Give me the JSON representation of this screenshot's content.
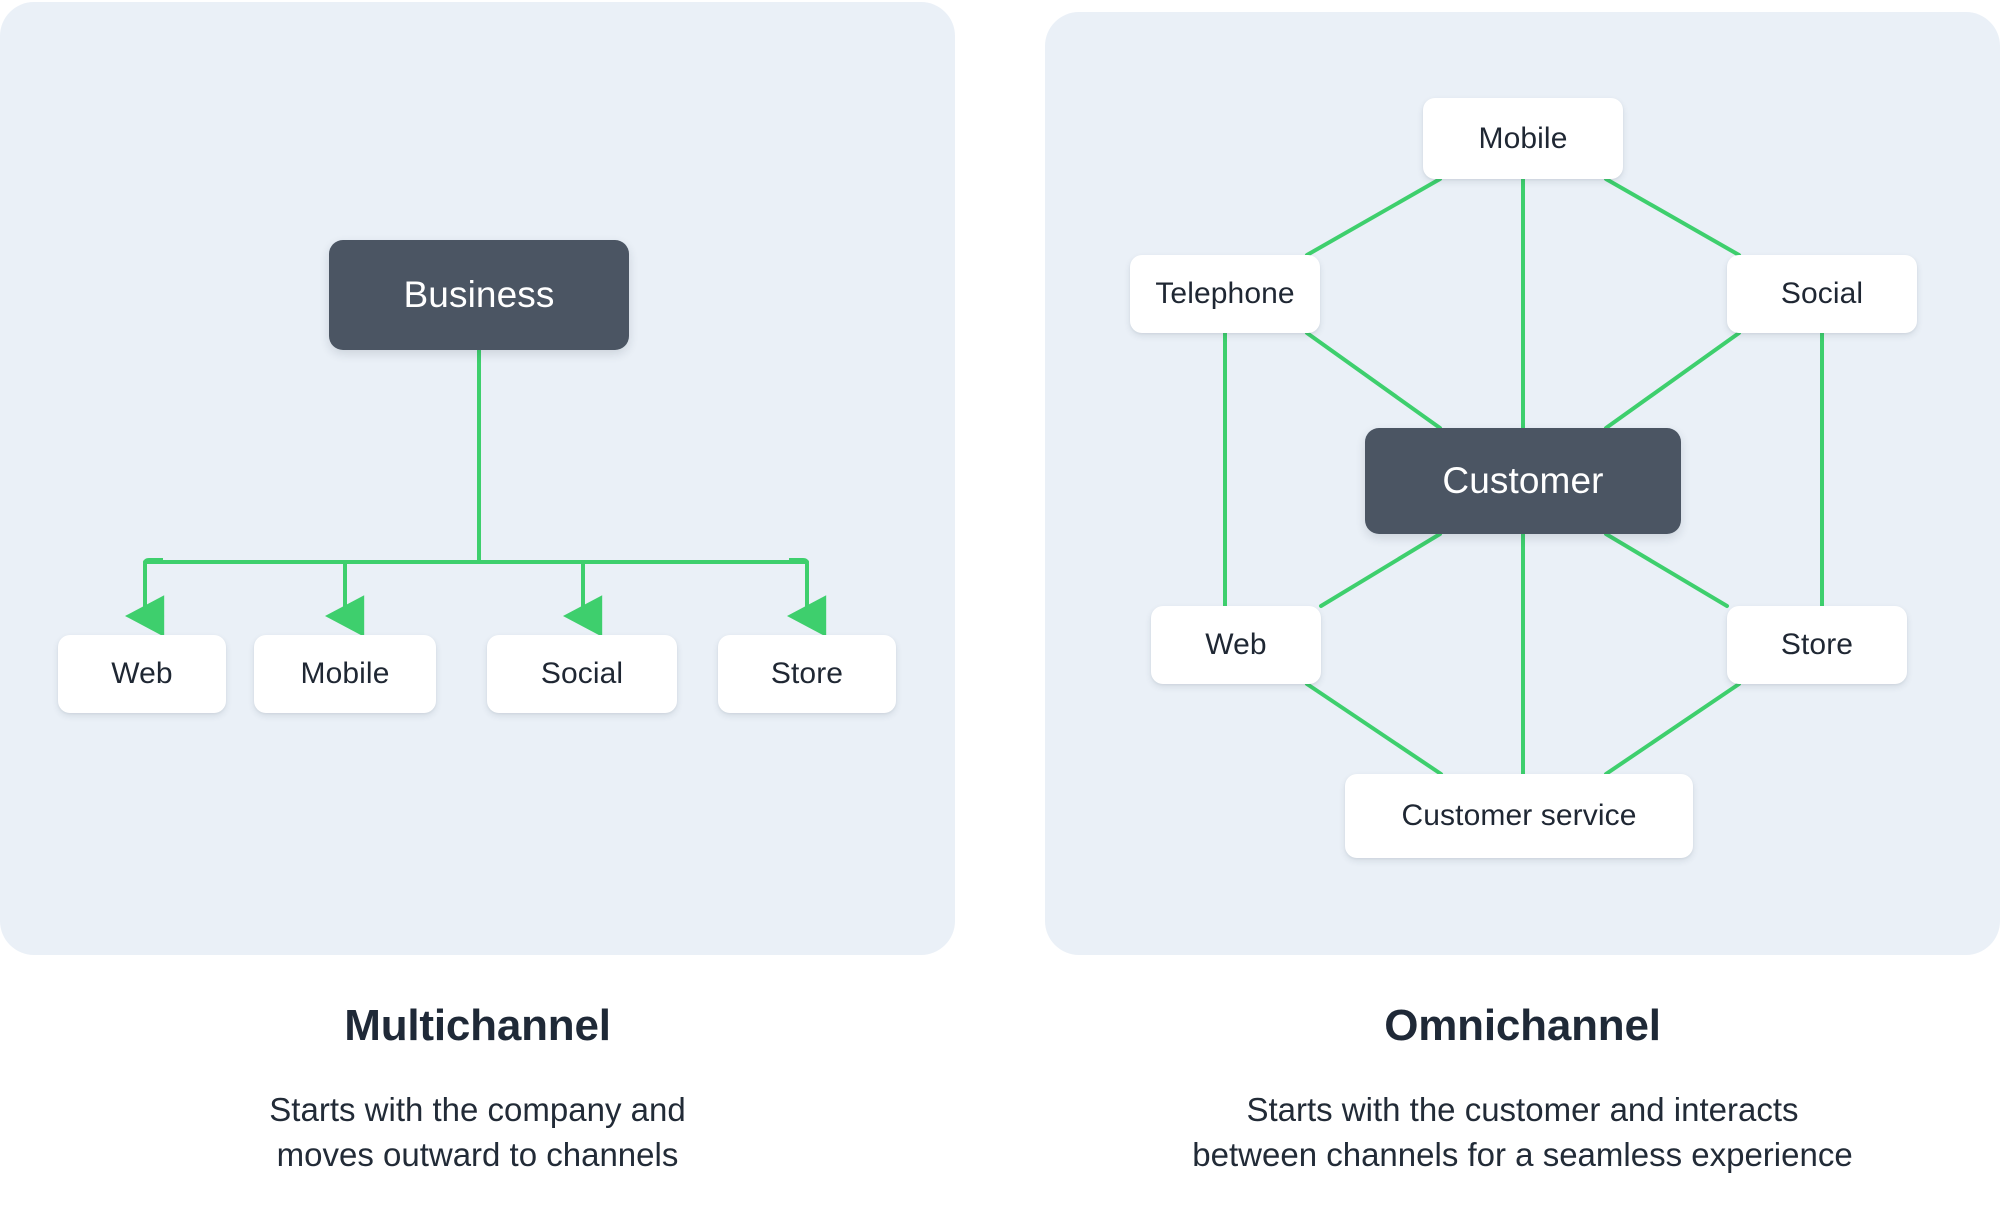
{
  "colors": {
    "panel_background": "#eaf0f7",
    "node_background": "#ffffff",
    "primary_node_background": "#4b5563",
    "connector_green": "#3ecf6d",
    "text_dark": "#1f2733",
    "page_background": "#ffffff"
  },
  "panels": [
    {
      "id": "multichannel",
      "primary_node": "Business",
      "channel_nodes": [
        "Web",
        "Mobile",
        "Social",
        "Store"
      ],
      "caption": {
        "title": "Multichannel",
        "description_lines": [
          "Starts with the company and",
          "moves outward to channels"
        ]
      }
    },
    {
      "id": "omnichannel",
      "primary_node": "Customer",
      "channel_nodes": [
        "Mobile",
        "Telephone",
        "Social",
        "Web",
        "Store",
        "Customer service"
      ],
      "caption": {
        "title": "Omnichannel",
        "description_lines": [
          "Starts with the customer and interacts",
          "between channels for a seamless experience"
        ]
      }
    }
  ],
  "left": {
    "business": "Business",
    "web": "Web",
    "mobile": "Mobile",
    "social": "Social",
    "store": "Store",
    "title": "Multichannel",
    "desc_line_1": "Starts with the company and",
    "desc_line_2": "moves outward to channels"
  },
  "right": {
    "customer": "Customer",
    "mobile": "Mobile",
    "telephone": "Telephone",
    "social": "Social",
    "web": "Web",
    "store": "Store",
    "customer_service": "Customer service",
    "title": "Omnichannel",
    "desc_line_1": "Starts with the customer and interacts",
    "desc_line_2": "between channels for a seamless experience"
  }
}
